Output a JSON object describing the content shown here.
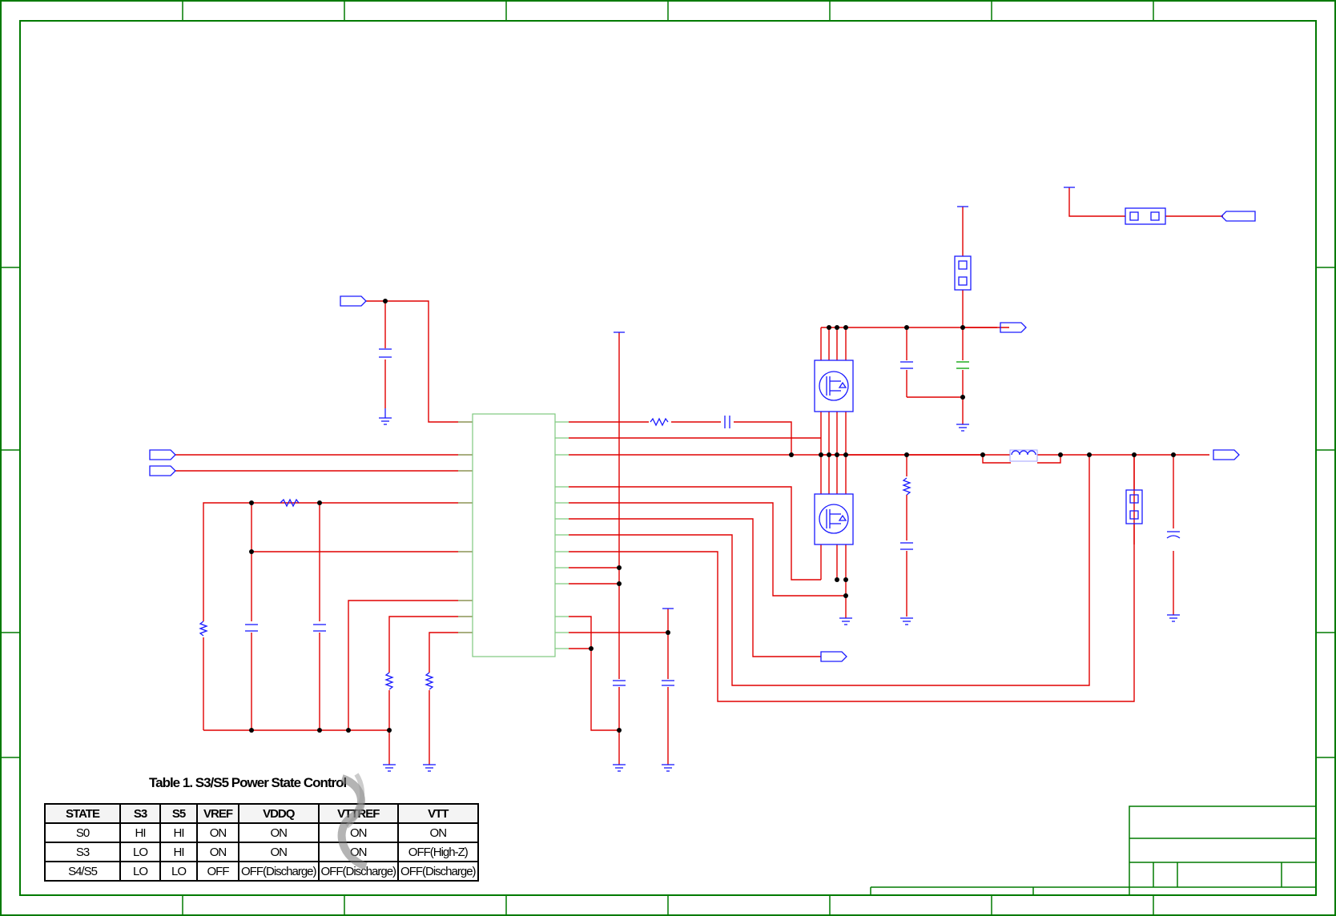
{
  "table": {
    "caption": "Table 1. S3/S5 Power State Control",
    "headers": [
      "STATE",
      "S3",
      "S5",
      "VREF",
      "VDDQ",
      "VTTREF",
      "VTT"
    ],
    "rows": [
      [
        "S0",
        "HI",
        "HI",
        "ON",
        "ON",
        "ON",
        "ON"
      ],
      [
        "S3",
        "LO",
        "HI",
        "ON",
        "ON",
        "ON",
        "OFF(High-Z)"
      ],
      [
        "S4/S5",
        "LO",
        "LO",
        "OFF",
        "OFF(Discharge)",
        "OFF(Discharge)",
        "OFF(Discharge)"
      ]
    ]
  },
  "colors": {
    "border": "#007a00",
    "wire": "#e00000",
    "component": "#1a1aff",
    "ic_outline": "#7fc97f",
    "green_cap": "#00a000"
  }
}
